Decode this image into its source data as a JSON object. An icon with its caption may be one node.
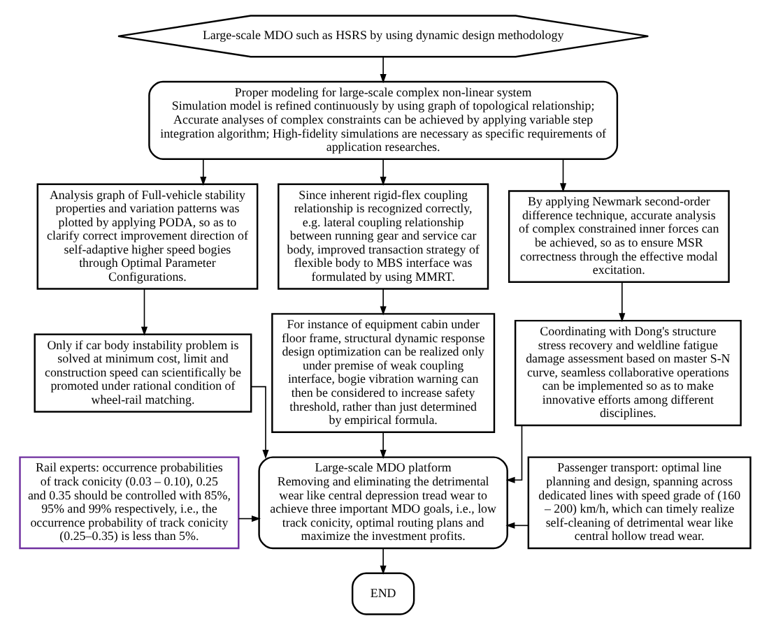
{
  "diagram": {
    "nodes": [
      {
        "text": [
          "Large-scale MDO such as HSRS by using dynamic design methodology"
        ]
      },
      {
        "text": [
          "Proper modeling for large-scale complex non-linear system",
          "Simulation model is refined continuously by using graph of topological relationship; Accurate analyses of complex constraints can be achieved by applying variable step integration algorithm; High-fidelity simulations are necessary as specific requirements of application researches."
        ]
      },
      {
        "text": [
          "Analysis graph of Full-vehicle stability properties and variation patterns was plotted by applying PODA, so as to clarify correct improvement direction of self-adaptive higher speed bogies through Optimal Parameter Configurations."
        ]
      },
      {
        "text": [
          "Since inherent rigid-flex coupling relationship is recognized correctly, e.g. lateral coupling relationship between running gear and service car body, improved transaction strategy of flexible body to MBS interface was formulated by using MMRT."
        ]
      },
      {
        "text": [
          "By applying Newmark second-order difference technique, accurate analysis of complex constrained inner forces can be achieved, so as to ensure MSR correctness through the effective modal excitation."
        ]
      },
      {
        "text": [
          "Only if car body instability problem is solved at minimum cost, limit and construction speed can scientifically be promoted under rational condition of wheel-rail matching."
        ]
      },
      {
        "text": [
          "For instance of equipment cabin under floor frame, structural dynamic response design optimization can be realized only under premise of weak coupling interface, bogie vibration warning can then be considered to increase safety threshold, rather than just determined by empirical formula."
        ]
      },
      {
        "text": [
          "Coordinating with Dong's structure stress recovery and weldline fatigue damage assessment based on master S-N curve, seamless collaborative operations can be implemented so as to make innovative efforts among different disciplines."
        ]
      },
      {
        "text": [
          "Rail experts: occurrence probabilities of track conicity (0.03 – 0.10), 0.25 and 0.35 should be controlled with 85%, 95% and 99% respectively, i.e., the occurrence probability of track conicity (0.25–0.35) is less than 5%."
        ]
      },
      {
        "text": [
          "Large-scale MDO platform",
          "Removing and eliminating the detrimental wear like central depression tread wear to achieve three important MDO goals, i.e., low track conicity, optimal routing plans and maximize the investment profits."
        ]
      },
      {
        "text": [
          "Passenger transport: optimal line planning and design, spanning across dedicated lines with speed grade of (160 – 200) km/h, which can timely realize self-cleaning of detrimental wear like central hollow tread wear."
        ]
      },
      {
        "text": [
          "END"
        ]
      }
    ],
    "edges": [
      {
        "from": 0,
        "to": 1,
        "arrow": "to"
      },
      {
        "from": 1,
        "to": 2,
        "arrow": "to"
      },
      {
        "from": 1,
        "to": 3,
        "arrow": "to"
      },
      {
        "from": 1,
        "to": 4,
        "arrow": "to"
      },
      {
        "from": 2,
        "to": 5,
        "arrow": "to"
      },
      {
        "from": 3,
        "to": 6,
        "arrow": "to"
      },
      {
        "from": 4,
        "to": 7,
        "arrow": "to"
      },
      {
        "from": 5,
        "to": 9,
        "arrow": "to"
      },
      {
        "from": 6,
        "to": 9,
        "arrow": "to"
      },
      {
        "from": 7,
        "to": 9,
        "arrow": "to"
      },
      {
        "from": 8,
        "to": 9,
        "arrow": "to"
      },
      {
        "from": 10,
        "to": 9,
        "arrow": "to"
      },
      {
        "from": 9,
        "to": 11,
        "arrow": "to"
      }
    ]
  }
}
